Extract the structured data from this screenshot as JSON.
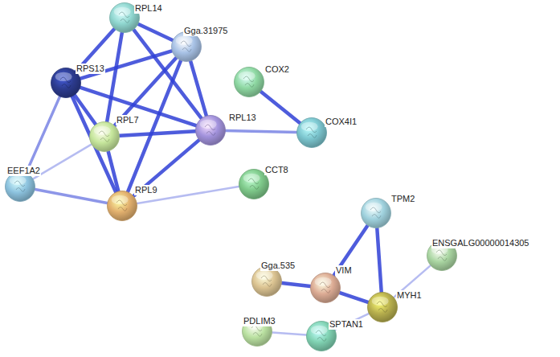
{
  "diagram": {
    "nodes": [
      {
        "text": [
          "RPL14"
        ]
      },
      {
        "text": [
          "Gga.31975"
        ]
      },
      {
        "text": [
          "COX2"
        ]
      },
      {
        "text": [
          "RPS13"
        ]
      },
      {
        "text": [
          "RPL7"
        ]
      },
      {
        "text": [
          "RPL13"
        ]
      },
      {
        "text": [
          "COX4I1"
        ]
      },
      {
        "text": [
          "EEF1A2"
        ]
      },
      {
        "text": [
          "CCT8"
        ]
      },
      {
        "text": [
          "RPL9"
        ]
      },
      {
        "text": [
          "TPM2"
        ]
      },
      {
        "text": [
          "ENSGALG00000014305"
        ]
      },
      {
        "text": [
          "Gga.535"
        ]
      },
      {
        "text": [
          "VIM"
        ]
      },
      {
        "text": [
          "MYH1"
        ]
      },
      {
        "text": [
          "PDLIM3"
        ]
      },
      {
        "text": [
          "SPTAN1"
        ]
      }
    ],
    "edges": [
      {
        "from": 0,
        "to": 1,
        "arrow": "none"
      },
      {
        "from": 0,
        "to": 3,
        "arrow": "none"
      },
      {
        "from": 0,
        "to": 4,
        "arrow": "none"
      },
      {
        "from": 0,
        "to": 5,
        "arrow": "none"
      },
      {
        "from": 1,
        "to": 3,
        "arrow": "none"
      },
      {
        "from": 1,
        "to": 4,
        "arrow": "none"
      },
      {
        "from": 1,
        "to": 5,
        "arrow": "none"
      },
      {
        "from": 1,
        "to": 9,
        "arrow": "none"
      },
      {
        "from": 3,
        "to": 4,
        "arrow": "none"
      },
      {
        "from": 3,
        "to": 5,
        "arrow": "none"
      },
      {
        "from": 3,
        "to": 9,
        "arrow": "none"
      },
      {
        "from": 3,
        "to": 7,
        "arrow": "none"
      },
      {
        "from": 4,
        "to": 5,
        "arrow": "none"
      },
      {
        "from": 4,
        "to": 9,
        "arrow": "none"
      },
      {
        "from": 4,
        "to": 7,
        "arrow": "none"
      },
      {
        "from": 5,
        "to": 9,
        "arrow": "none"
      },
      {
        "from": 5,
        "to": 6,
        "arrow": "none"
      },
      {
        "from": 2,
        "to": 6,
        "arrow": "none"
      },
      {
        "from": 9,
        "to": 7,
        "arrow": "none"
      },
      {
        "from": 9,
        "to": 8,
        "arrow": "none"
      },
      {
        "from": 10,
        "to": 13,
        "arrow": "none"
      },
      {
        "from": 10,
        "to": 14,
        "arrow": "none"
      },
      {
        "from": 13,
        "to": 14,
        "arrow": "none"
      },
      {
        "from": 12,
        "to": 13,
        "arrow": "none"
      },
      {
        "from": 14,
        "to": 11,
        "arrow": "none"
      },
      {
        "from": 14,
        "to": 16,
        "arrow": "none"
      },
      {
        "from": 16,
        "to": 15,
        "arrow": "none"
      }
    ]
  }
}
